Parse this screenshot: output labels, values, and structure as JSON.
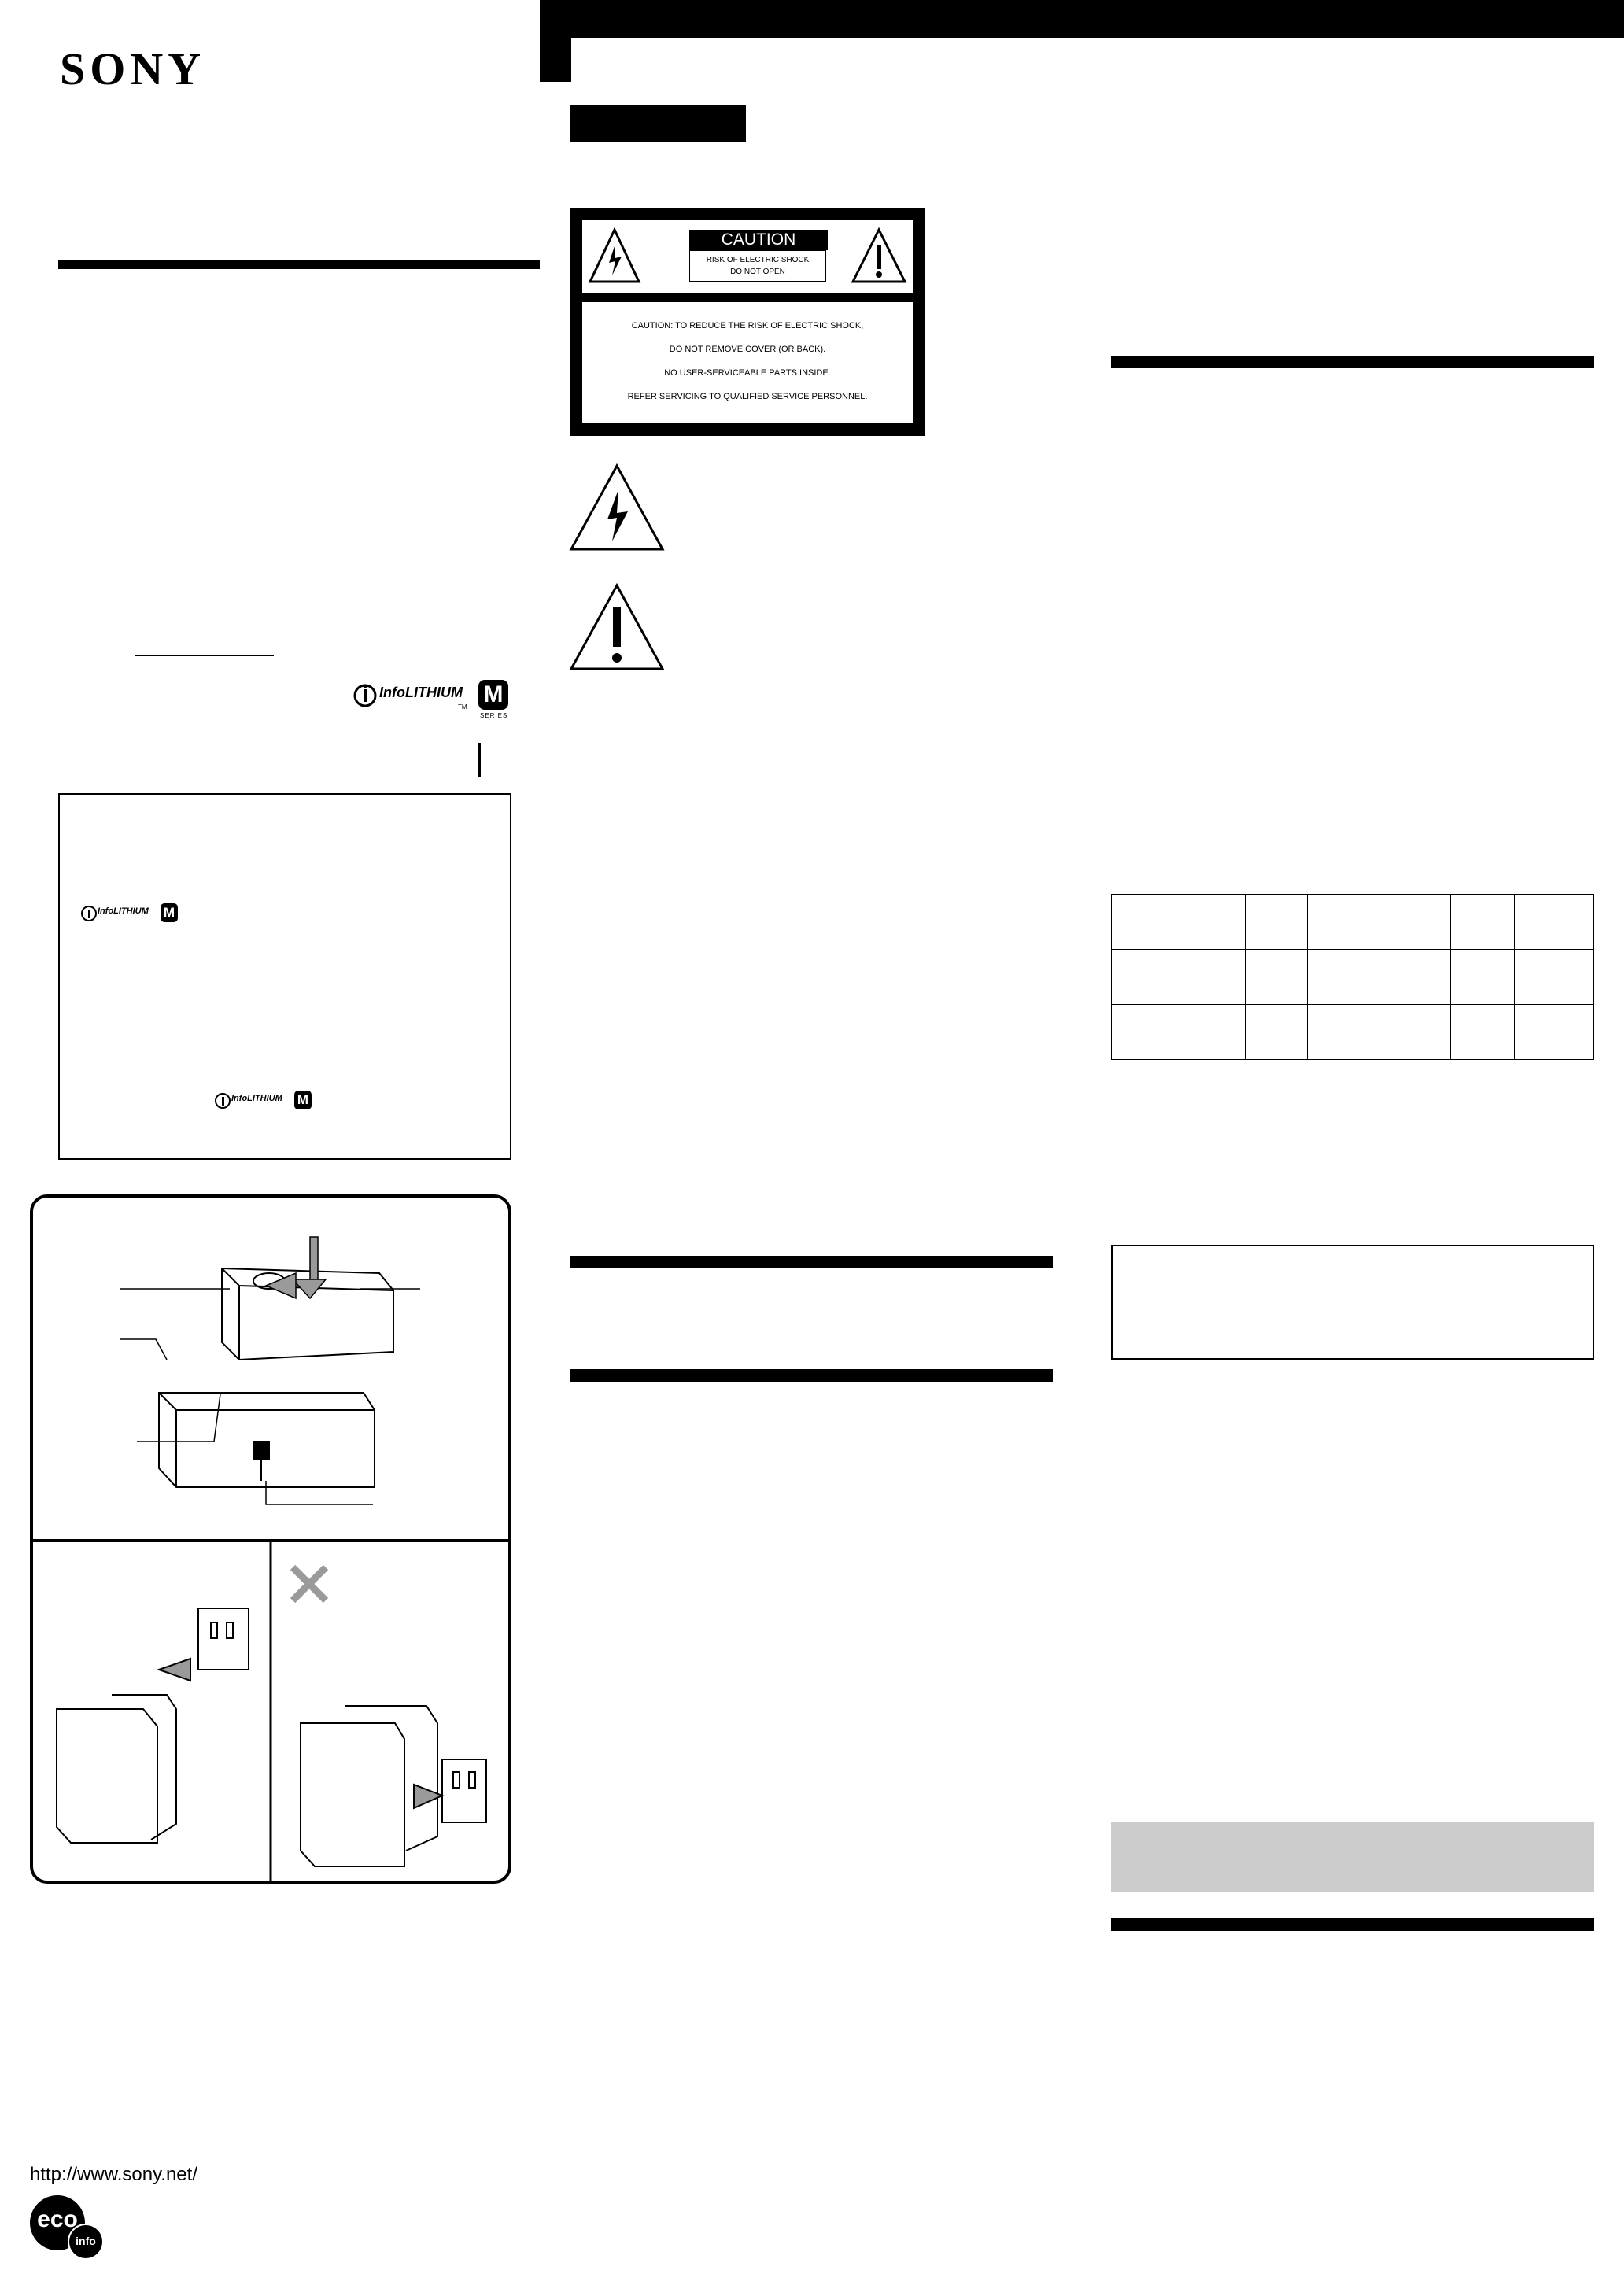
{
  "brand": {
    "name": "SONY"
  },
  "caution_label": {
    "title": "CAUTION",
    "risk_line_1": "RISK OF ELECTRIC SHOCK",
    "risk_line_2": "DO NOT OPEN",
    "body_lines": [
      "CAUTION: TO REDUCE THE RISK OF ELECTRIC SHOCK,",
      "DO NOT REMOVE COVER (OR BACK).",
      "NO USER-SERVICEABLE PARTS INSIDE.",
      "REFER SERVICING TO QUALIFIED SERVICE PERSONNEL."
    ]
  },
  "infolithium": {
    "brand": "InfoLITHIUM",
    "series_letter": "M",
    "tm": "TM",
    "series_word": "SERIES"
  },
  "footer": {
    "url": "http://www.sony.net/",
    "eco_top": "eco",
    "eco_bottom": "info"
  },
  "colors": {
    "ink": "#000000",
    "gray_panel": "#cccccc",
    "diagram_gray": "#9a9a9a"
  }
}
